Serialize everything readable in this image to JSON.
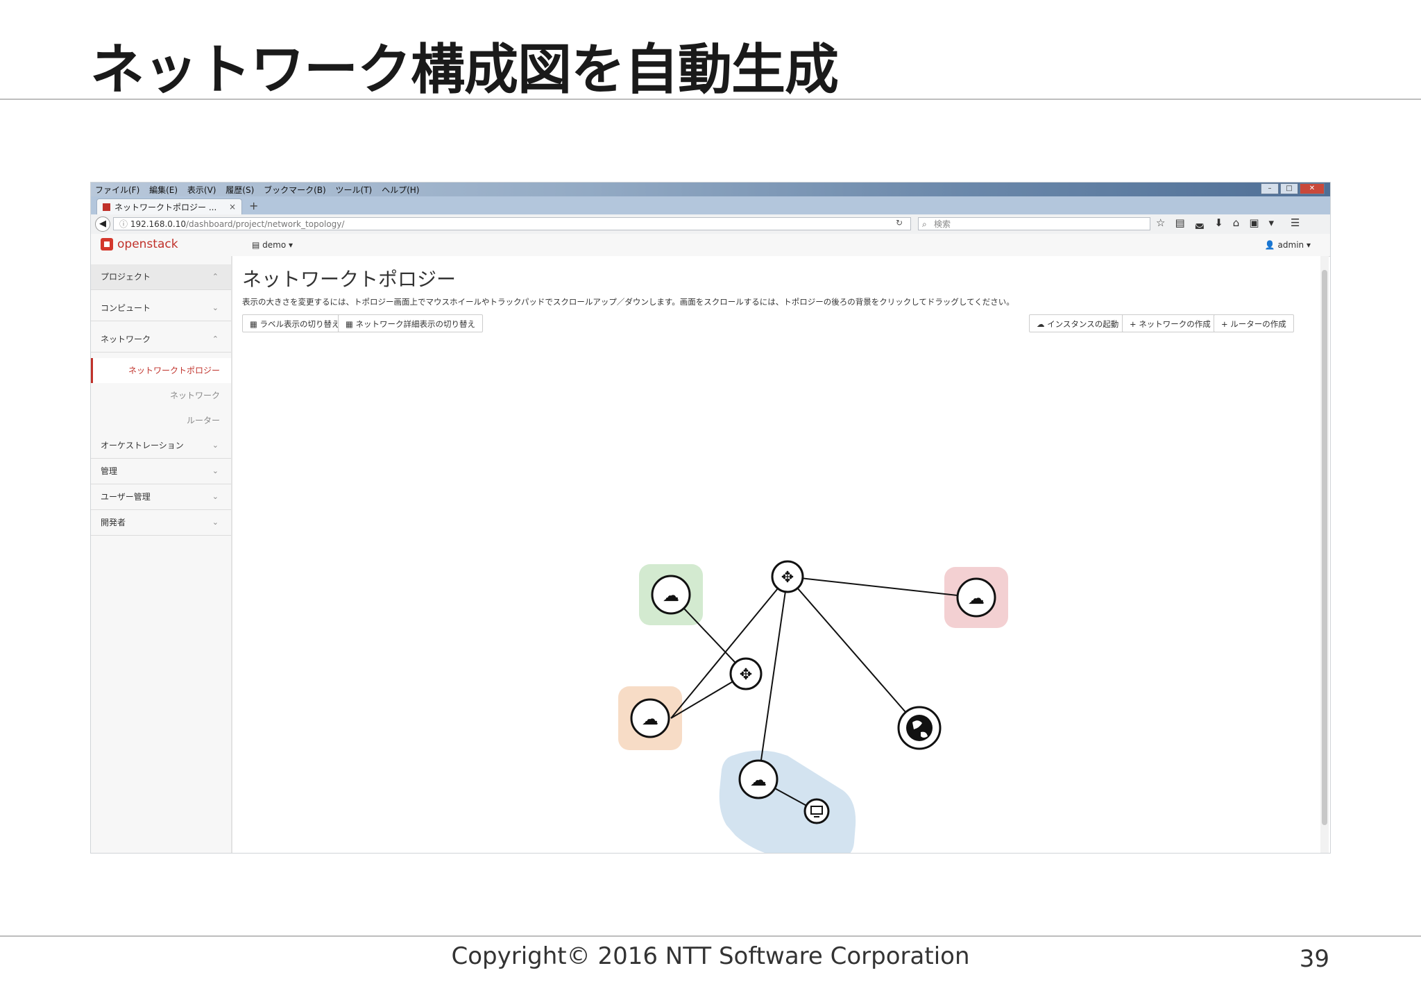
{
  "slide": {
    "title": "ネットワーク構成図を自動生成",
    "copyright": "Copyright© 2016 NTT Software Corporation",
    "page_number": "39"
  },
  "browser": {
    "menus": [
      "ファイル(F)",
      "編集(E)",
      "表示(V)",
      "履歴(S)",
      "ブックマーク(B)",
      "ツール(T)",
      "ヘルプ(H)"
    ],
    "tab_title": "ネットワークトポロジー ...",
    "url_host": "192.168.0.10",
    "url_path": "/dashboard/project/network_topology/",
    "search_placeholder": "検索"
  },
  "header": {
    "logo_text": "openstack",
    "project": "demo",
    "user": "admin"
  },
  "sidebar": {
    "groups": [
      {
        "label": "プロジェクト"
      },
      {
        "label": "コンピュート"
      },
      {
        "label": "ネットワーク"
      },
      {
        "label": "オーケストレーション"
      },
      {
        "label": "管理"
      },
      {
        "label": "ユーザー管理"
      },
      {
        "label": "開発者"
      }
    ],
    "sub_items": [
      "ネットワークトポロジー",
      "ネットワーク",
      "ルーター"
    ]
  },
  "main": {
    "heading": "ネットワークトポロジー",
    "help_text": "表示の大きさを変更するには、トポロジー画面上でマウスホイールやトラックパッドでスクロールアップ／ダウンします。画面をスクロールするには、トポロジーの後ろの背景をクリックしてドラッグしてください。",
    "buttons": {
      "toggle_labels": "ラベル表示の切り替え",
      "toggle_detail": "ネットワーク詳細表示の切り替え",
      "launch_instance": "インスタンスの起動",
      "create_network": "ネットワークの作成",
      "create_router": "ルーターの作成"
    }
  },
  "topology": {
    "colors": {
      "green": "#d3ead0",
      "red": "#f3d0d2",
      "orange": "#f7dcc6",
      "blue": "#d3e3f0"
    }
  }
}
